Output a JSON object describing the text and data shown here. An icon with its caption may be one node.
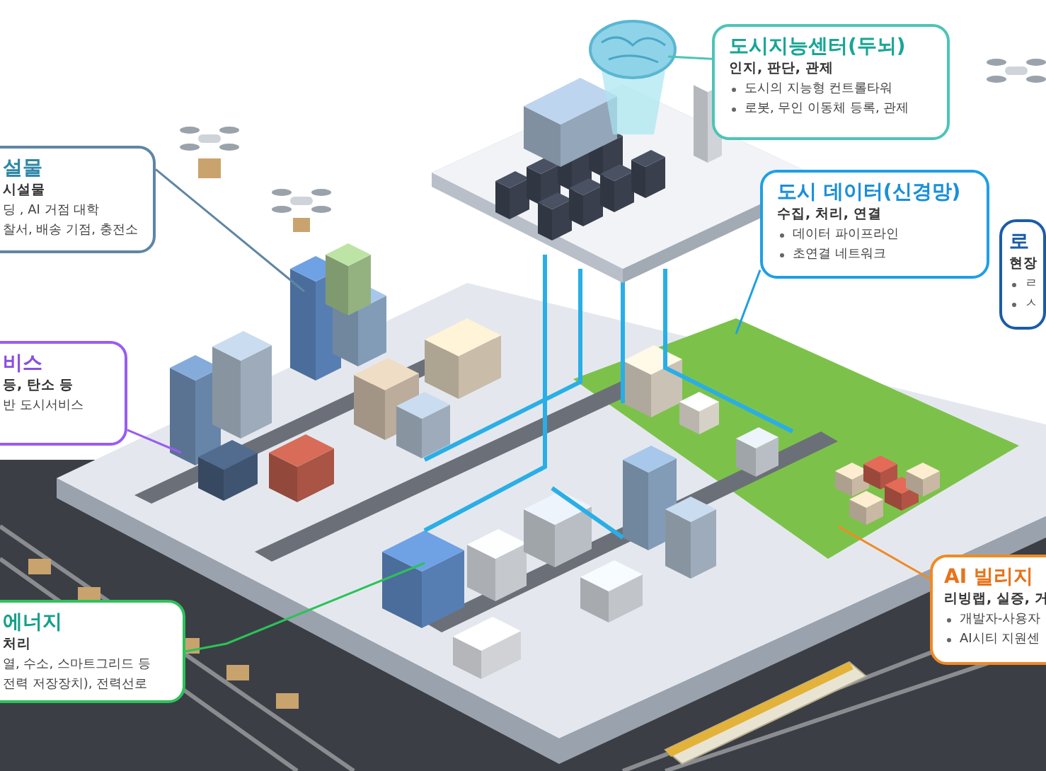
{
  "diagram": {
    "nodes": [
      {
        "text": [
          "설물",
          "시설물",
          "딩 , AI 거점 대학",
          "찰서, 배송 기점, 충전소"
        ]
      },
      {
        "text": [
          "비스",
          "등, 탄소 등",
          "반 도시서비스"
        ]
      },
      {
        "text": [
          "에너지",
          "처리",
          "열, 수소, 스마트그리드 등",
          "전력 저장장치), 전력선로"
        ]
      },
      {
        "text": [
          "도시지능센터(두뇌)",
          "인지, 판단, 관제",
          "도시의 지능형 컨트롤타워",
          "로봇, 무인 이동체 등록, 관제"
        ]
      },
      {
        "text": [
          "도시 데이터(신경망)",
          "수집, 처리, 연결",
          "데이터 파이프라인",
          "초연결 네트워크"
        ]
      },
      {
        "text": [
          "로",
          "현장",
          "ㄹ",
          "ㅅ"
        ]
      },
      {
        "text": [
          "AI 빌리지",
          "리빙랩, 실증, 거",
          "개발자-사용자",
          "AI시티 지원센"
        ]
      }
    ],
    "edges": [
      {
        "from": 0,
        "to": null,
        "arrow": "none",
        "color": "#5f86a3"
      },
      {
        "from": 1,
        "to": null,
        "arrow": "none",
        "color": "#9a5cf0"
      },
      {
        "from": 2,
        "to": null,
        "arrow": "none",
        "color": "#2cc25a"
      },
      {
        "from": 3,
        "to": null,
        "arrow": "none",
        "color": "#4cc4b8"
      },
      {
        "from": 4,
        "to": null,
        "arrow": "none",
        "color": "#1e9fe6"
      },
      {
        "from": 6,
        "to": null,
        "arrow": "none",
        "color": "#f08a24"
      }
    ]
  }
}
